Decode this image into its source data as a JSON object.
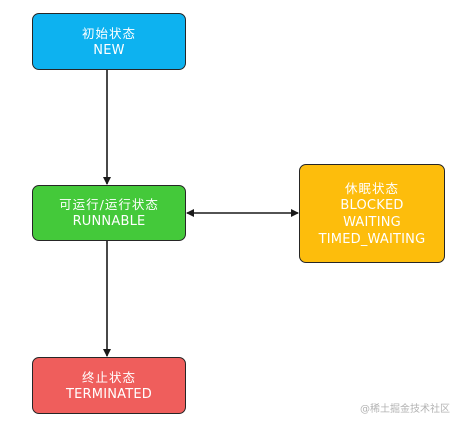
{
  "colors": {
    "new": "#0db2f0",
    "runnable": "#44c93a",
    "waiting": "#fdbd0c",
    "terminated": "#ef5e5c",
    "edge": "#1a1a1a"
  },
  "nodes": {
    "new": {
      "label_zh": "初始状态",
      "label_en": "NEW"
    },
    "runnable": {
      "label_zh": "可运行/运行状态",
      "label_en": "RUNNABLE"
    },
    "waiting": {
      "label_zh": "休眠状态",
      "label_en_1": "BLOCKED",
      "label_en_2": "WAITING",
      "label_en_3": "TIMED_WAITING"
    },
    "terminated": {
      "label_zh": "终止状态",
      "label_en": "TERMINATED"
    }
  },
  "edges": [
    {
      "from": "new",
      "to": "runnable",
      "direction": "forward"
    },
    {
      "from": "runnable",
      "to": "waiting",
      "direction": "both"
    },
    {
      "from": "runnable",
      "to": "terminated",
      "direction": "forward"
    }
  ],
  "watermark": "@稀土掘金技术社区"
}
